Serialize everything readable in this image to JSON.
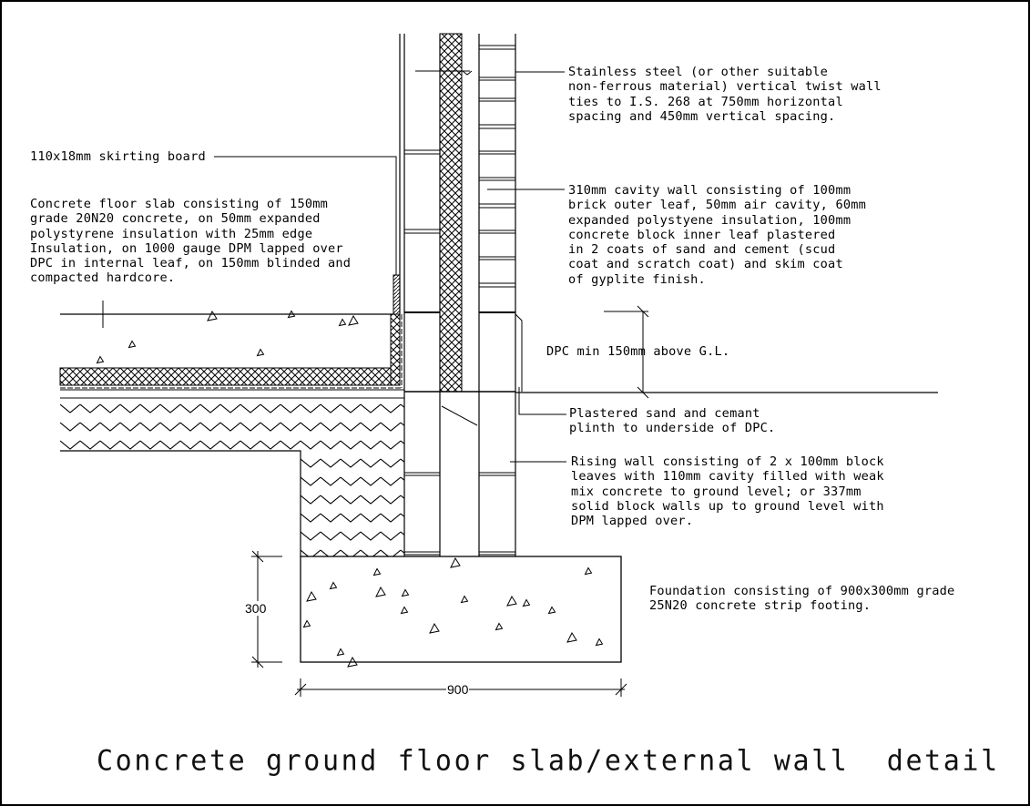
{
  "drawing": {
    "title": "Concrete ground floor slab/external wall  detail",
    "notes": {
      "wall_ties": "Stainless steel (or other suitable\nnon-ferrous material) vertical twist wall\nties to I.S. 268 at 750mm horizontal\nspacing and 450mm vertical spacing.",
      "skirting": "110x18mm skirting board",
      "floor_slab": "Concrete floor slab consisting of 150mm\ngrade 20N20 concrete, on 50mm expanded\npolystyrene insulation with 25mm edge\nInsulation, on 1000 gauge DPM lapped over\nDPC in internal leaf, on 150mm blinded and\ncompacted hardcore.",
      "cavity_wall": "310mm cavity wall consisting of 100mm\nbrick outer leaf, 50mm air cavity, 60mm\nexpanded polystyene insulation, 100mm\nconcrete block inner leaf plastered\nin 2 coats of sand and cement (scud\ncoat and scratch coat) and skim coat\nof gyplite finish.",
      "dpc": "DPC min 150mm above G.L.",
      "plinth": "Plastered sand and cemant\nplinth to underside of DPC.",
      "rising_wall": "Rising wall consisting of 2 x 100mm block\nleaves with 110mm cavity filled with weak\nmix concrete to ground level; or 337mm\nsolid block walls up to ground level with\nDPM lapped over.",
      "foundation": "Foundation consisting of 900x300mm grade\n25N20 concrete strip footing."
    },
    "dimensions": {
      "foundation_height": "300",
      "foundation_width": "900"
    },
    "colors": {
      "line": "#000000",
      "background": "#ffffff"
    }
  }
}
